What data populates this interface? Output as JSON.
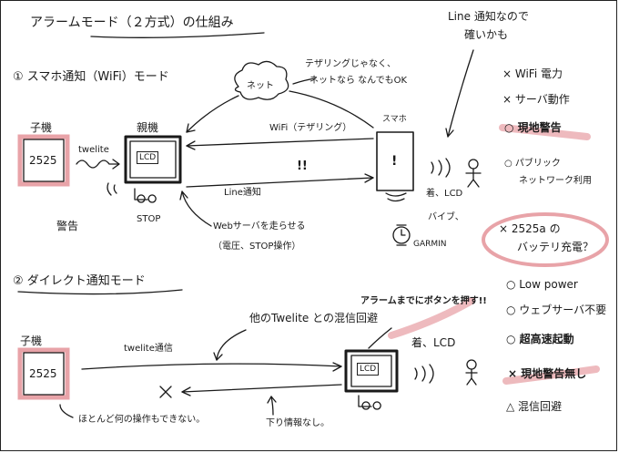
{
  "title": "アラームモード（２方式）の仕組み",
  "section1": {
    "heading": "① スマホ通知（WiFi）モード",
    "child": {
      "label": "子機",
      "id": "2525",
      "warning": "警告"
    },
    "parent": {
      "label": "親機",
      "lcd": "LCD",
      "stop": "STOP"
    },
    "link_twelite": "twelite",
    "cloud": {
      "label": "ネット",
      "note": [
        "テザリングじゃなく、",
        "ネットなら なんでもOK"
      ]
    },
    "wifi_label": "WiFi（テザリング）",
    "phone": {
      "label": "スマホ",
      "mark": "!"
    },
    "line_notify": "Line通知",
    "alert_marks": "!!",
    "vibration": "))) ",
    "phone_notes": [
      "着、LCD",
      "バイブ、"
    ],
    "garmin": "GARMIN",
    "web_server": [
      "Webサーバを走らせる",
      "（電圧、STOP操作）"
    ],
    "top_note": [
      "Line 通知なので",
      "確いかも"
    ],
    "pros_cons": [
      "× WiFi 電力",
      "× サーバ動作",
      "○ 現地警告",
      "○ パブリック",
      "ネットワーク利用",
      "× 2525a の",
      "バッテリ充電？"
    ]
  },
  "section2": {
    "heading": "② ダイレクト通知モード",
    "child": {
      "label": "子機",
      "id": "2525"
    },
    "link_label": "twelite通信",
    "cross": "×",
    "twelite_note": "他のTwelite との混信回避",
    "alarm_note": "アラームまでにボタンを押す!!",
    "receiver_lcd": "LCD",
    "receiver_notes": "着、LCD",
    "no_ops": "ほとんど何の操作もできない。",
    "downlink": "下り情報なし。",
    "pros_cons": [
      "○ Low power",
      "○ ウェブサーバ不要",
      "○ 超高速起動",
      "× 現地警告無し",
      "△ 混信回避"
    ]
  },
  "colors": {
    "ink": "#1a1a1a",
    "highlight": "#e8a3a8"
  }
}
